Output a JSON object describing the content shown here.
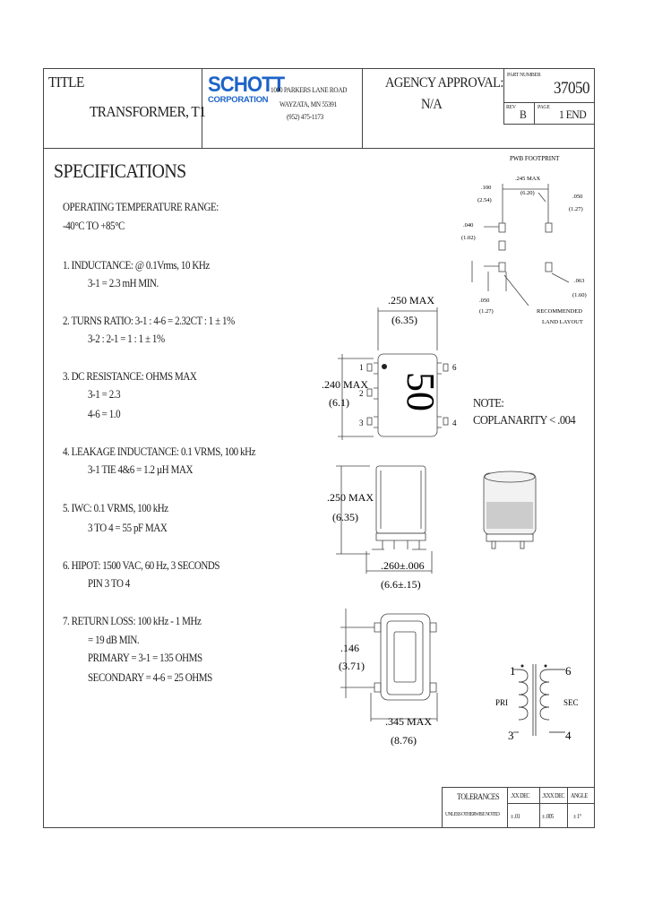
{
  "title_block": {
    "title_label": "TITLE",
    "part_title": "TRANSFORMER, T1",
    "company_logo": "SCHOTT",
    "company_sub": "CORPORATION",
    "address": [
      "1000 PARKERS LANE ROAD",
      "WAYZATA, MN 55391",
      "(952) 475-1173"
    ],
    "agency_label": "AGENCY APPROVAL:",
    "agency_value": "N/A",
    "part_number_label": "PART NUMBER",
    "part_number": "37050",
    "rev_label": "REV",
    "rev_value": "B",
    "page_label": "PAGE",
    "page_value": "1 END"
  },
  "specs": {
    "heading": "SPECIFICATIONS",
    "lines": [
      "OPERATING TEMPERATURE RANGE:",
      "-40°C TO +85°C",
      "1. INDUCTANCE: @ 0.1Vrms, 10 KHz",
      "3-1 = 2.3 mH MIN.",
      "2. TURNS RATIO: 3-1 : 4-6 = 2.32CT : 1 ± 1%",
      "3-2 : 2-1 = 1 : 1 ± 1%",
      "3. DC RESISTANCE: OHMS MAX",
      "3-1 = 2.3",
      "4-6 = 1.0",
      "4. LEAKAGE INDUCTANCE: 0.1 VRMS, 100 kHz",
      "3-1 TIE 4&6 = 1.2 µH MAX",
      "5. IWC: 0.1 VRMS, 100 kHz",
      "3 TO 4 = 55 pF MAX",
      "6. HIPOT: 1500 VAC, 60 Hz, 3 SECONDS",
      "PIN 3 TO 4",
      "7. RETURN LOSS: 100 kHz - 1 MHz",
      "= 19 dB MIN.",
      "PRIMARY = 3-1 = 135 OHMS",
      "SECONDARY = 4-6 = 25 OHMS"
    ]
  },
  "pwb": {
    "title": "PWB FOOTPRINT",
    "dim_top": ".245 MAX",
    "dim_top_mm": "(6.20)",
    "dim_left1": ".100",
    "dim_left1_mm": "(2.54)",
    "dim_right1": ".050",
    "dim_right1_mm": "(1.27)",
    "dim_left2": ".040",
    "dim_left2_mm": "(1.02)",
    "dim_right2": ".063",
    "dim_right2_mm": "(1.60)",
    "dim_bottom": ".050",
    "dim_bottom_mm": "(1.27)",
    "recommended": "RECOMMENDED",
    "land_layout": "LAND LAYOUT"
  },
  "top_view": {
    "dim_width": ".250 MAX",
    "dim_width_mm": "(6.35)",
    "dim_height": ".240 MAX",
    "dim_height_mm": "(6.1)",
    "marking": "50",
    "pins_left": [
      "1",
      "2",
      "3"
    ],
    "pins_right": [
      "6",
      "4"
    ]
  },
  "note": {
    "label": "NOTE:",
    "text": "COPLANARITY < .004"
  },
  "side_view": {
    "dim_height": ".250 MAX",
    "dim_height_mm": "(6.35)",
    "dim_width": ".260±.006",
    "dim_width_mm": "(6.6±.15)"
  },
  "bottom_view": {
    "dim_pitch": ".146",
    "dim_pitch_mm": "(3.71)",
    "dim_length": ".345 MAX",
    "dim_length_mm": "(8.76)"
  },
  "schematic": {
    "pins_left": [
      "1",
      "3"
    ],
    "pins_right": [
      "6",
      "4"
    ],
    "pri_label": "PRI",
    "sec_label": "SEC"
  },
  "tolerances": {
    "label": "TOLERANCES",
    "sub": "UNLESS OTHERWISE NOTED",
    "col1": ".XX DEC",
    "col2": ".XXX DEC",
    "col3": "ANGLE",
    "val1": "± .01",
    "val2": "± .005",
    "val3": "± 1°"
  },
  "colors": {
    "logo": "#1e64c8",
    "line": "#444444"
  }
}
